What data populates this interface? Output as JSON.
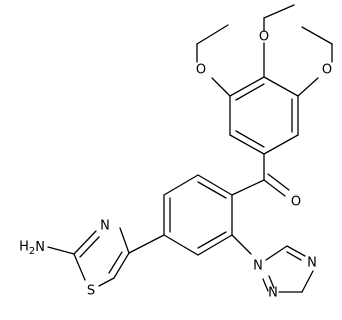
{
  "atoms": {
    "methoxy_left_o": "O",
    "methoxy_left_me": "",
    "methoxy_top_o": "O",
    "methoxy_right_o": "O",
    "carbonyl_o": "O",
    "thiazole_n": "N",
    "thiazole_s": "S",
    "amine": "H2N",
    "triazole_n1": "N",
    "triazole_n2": "N",
    "triazole_n4": "N"
  },
  "colors": {
    "bond": "#000000",
    "label": "#000000",
    "background": "#ffffff"
  }
}
